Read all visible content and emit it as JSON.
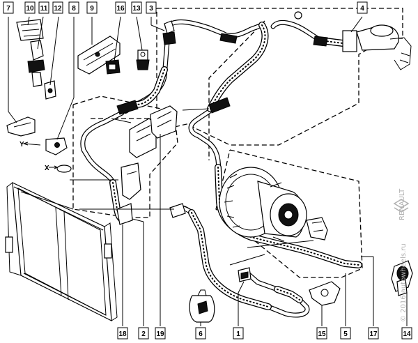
{
  "callouts": [
    {
      "id": "c1",
      "text": "1"
    },
    {
      "id": "c2",
      "text": "2"
    },
    {
      "id": "c3",
      "text": "3"
    },
    {
      "id": "c4",
      "text": "4"
    },
    {
      "id": "c5",
      "text": "5"
    },
    {
      "id": "c6",
      "text": "6"
    },
    {
      "id": "c7",
      "text": "7"
    },
    {
      "id": "c8",
      "text": "8"
    },
    {
      "id": "c9",
      "text": "9"
    },
    {
      "id": "c10",
      "text": "10"
    },
    {
      "id": "c11",
      "text": "11"
    },
    {
      "id": "c12",
      "text": "12"
    },
    {
      "id": "c13",
      "text": "13"
    },
    {
      "id": "c14",
      "text": "14"
    },
    {
      "id": "c15",
      "text": "15"
    },
    {
      "id": "c16",
      "text": "16"
    },
    {
      "id": "c17",
      "text": "17"
    },
    {
      "id": "c18",
      "text": "18"
    },
    {
      "id": "c19",
      "text": "19"
    }
  ],
  "view_labels": {
    "x": "X",
    "y": "Y"
  },
  "watermark": {
    "text": "© 2016 autowheels.ru",
    "brand": "RENAULT"
  },
  "colors": {
    "line": "#000000",
    "background": "#ffffff",
    "watermark": "#b0b0b0"
  }
}
